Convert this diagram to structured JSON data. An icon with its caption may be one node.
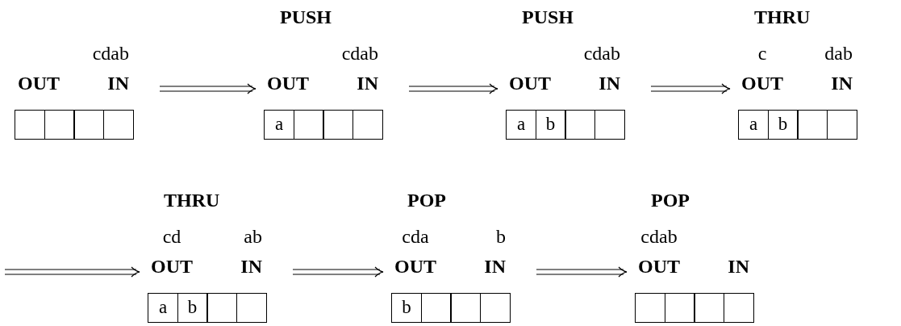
{
  "diagram": {
    "nodes": [
      {
        "text": [
          "cdab",
          "OUT",
          "IN"
        ]
      },
      {
        "text": [],
        "shape": "box",
        "in": 0
      },
      {
        "text": [],
        "shape": "box",
        "in": 0
      },
      {
        "text": [],
        "shape": "box",
        "in": 0
      },
      {
        "text": [],
        "shape": "box",
        "in": 0
      },
      {
        "text": [
          "PUSH",
          "cdab",
          "OUT",
          "IN"
        ]
      },
      {
        "text": [
          "a"
        ],
        "in": 5
      },
      {
        "text": [],
        "shape": "box",
        "in": 5
      },
      {
        "text": [],
        "shape": "box",
        "in": 5
      },
      {
        "text": [],
        "shape": "box",
        "in": 5
      },
      {
        "text": [
          "PUSH",
          "cdab",
          "OUT",
          "IN"
        ]
      },
      {
        "text": [
          "a"
        ],
        "in": 10
      },
      {
        "text": [
          "b"
        ],
        "in": 10
      },
      {
        "text": [],
        "shape": "box",
        "in": 10
      },
      {
        "text": [],
        "shape": "box",
        "in": 10
      },
      {
        "text": [
          "THRU",
          "c",
          "dab",
          "OUT",
          "IN"
        ]
      },
      {
        "text": [
          "a"
        ],
        "in": 15
      },
      {
        "text": [
          "b"
        ],
        "in": 15
      },
      {
        "text": [],
        "shape": "box",
        "in": 15
      },
      {
        "text": [],
        "shape": "box",
        "in": 15
      },
      {
        "text": [
          "THRU",
          "cd",
          "ab",
          "OUT",
          "IN"
        ]
      },
      {
        "text": [
          "a"
        ],
        "in": 20
      },
      {
        "text": [
          "b"
        ],
        "in": 20
      },
      {
        "text": [],
        "shape": "box",
        "in": 20
      },
      {
        "text": [],
        "shape": "box",
        "in": 20
      },
      {
        "text": [
          "POP",
          "cda",
          "b",
          "OUT",
          "IN"
        ]
      },
      {
        "text": [
          "b"
        ],
        "in": 25
      },
      {
        "text": [],
        "shape": "box",
        "in": 25
      },
      {
        "text": [],
        "shape": "box",
        "in": 25
      },
      {
        "text": [],
        "shape": "box",
        "in": 25
      },
      {
        "text": [
          "POP",
          "cdab",
          "OUT",
          "IN"
        ]
      },
      {
        "text": [],
        "shape": "box",
        "in": 30
      },
      {
        "text": [],
        "shape": "box",
        "in": 30
      },
      {
        "text": [],
        "shape": "box",
        "in": 30
      },
      {
        "text": [],
        "shape": "box",
        "in": 30
      }
    ],
    "edges": [
      {
        "from": 0,
        "to": 5,
        "arrow": "to"
      },
      {
        "from": 5,
        "to": 10,
        "arrow": "to"
      },
      {
        "from": 10,
        "to": 15,
        "arrow": "to"
      },
      {
        "from": null,
        "to": 20,
        "arrow": "to"
      },
      {
        "from": 20,
        "to": 25,
        "arrow": "to"
      },
      {
        "from": 25,
        "to": 30,
        "arrow": "to"
      }
    ]
  }
}
